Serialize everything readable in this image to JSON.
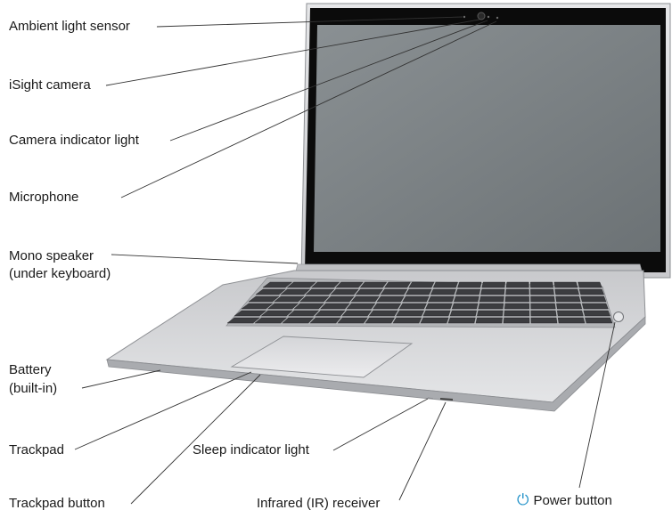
{
  "labels": {
    "ambient": "Ambient light sensor",
    "isight": "iSight camera",
    "camera_light": "Camera indicator light",
    "microphone": "Microphone",
    "mono_speaker_1": "Mono speaker",
    "mono_speaker_2": "(under keyboard)",
    "battery_1": "Battery",
    "battery_2": "(built-in)",
    "trackpad": "Trackpad",
    "trackpad_button": "Trackpad button",
    "sleep_light": "Sleep indicator light",
    "infrared": "Infrared (IR) receiver",
    "power": "Power button"
  },
  "icons": {
    "power": "power-icon"
  },
  "colors": {
    "power_icon": "#1e90c8",
    "screen": "#7b8184",
    "bezel": "#0b0b0b",
    "aluminum": "#d9dadc"
  }
}
